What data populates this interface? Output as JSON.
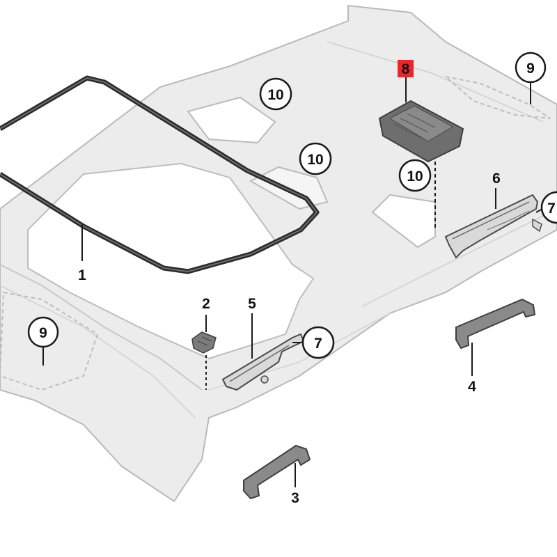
{
  "diagram": {
    "callouts": [
      {
        "id": "c1",
        "label": "1"
      },
      {
        "id": "c2",
        "label": "2"
      },
      {
        "id": "c3",
        "label": "3"
      },
      {
        "id": "c4",
        "label": "4"
      },
      {
        "id": "c5",
        "label": "5"
      },
      {
        "id": "c6",
        "label": "6"
      },
      {
        "id": "c7a",
        "label": "7"
      },
      {
        "id": "c7b",
        "label": "7"
      },
      {
        "id": "c8",
        "label": "8",
        "highlight": "#e8262b"
      },
      {
        "id": "c9a",
        "label": "9"
      },
      {
        "id": "c9b",
        "label": "9"
      },
      {
        "id": "c10a",
        "label": "10"
      },
      {
        "id": "c10b",
        "label": "10"
      },
      {
        "id": "c10c",
        "label": "10"
      }
    ],
    "colors": {
      "headliner": "#ececec",
      "headliner_edge": "#b9b9b9",
      "seal": "#2b2b2b",
      "part_dark": "#6e6e6e",
      "highlight": "#e8262b"
    }
  }
}
